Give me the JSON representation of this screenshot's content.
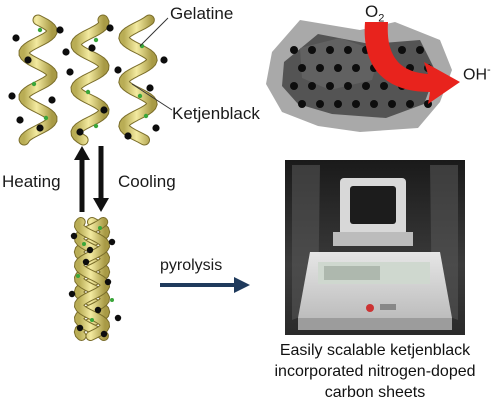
{
  "labels": {
    "gelatine": "Gelatine",
    "ketjenblack": "Ketjenblack",
    "heating": "Heating",
    "cooling": "Cooling",
    "pyrolysis": "pyrolysis",
    "o2": "O",
    "o2_sub": "2",
    "oh": "OH",
    "oh_sup": "-"
  },
  "caption": {
    "line1": "Easily scalable ketjenblack",
    "line2": "incorporated nitrogen-doped",
    "line3": "carbon sheets"
  },
  "colors": {
    "helix_fill": "#e8de8a",
    "helix_stroke": "#7a6d2a",
    "ketjen_dot": "#0d0d0d",
    "nitrogen_dot": "#3aa63a",
    "arrow_red": "#e8231d",
    "sheet_dark": "#4a4a4a",
    "sheet_light": "#9a9a9a",
    "pyrolysis_arrow": "#1f3a5c"
  }
}
